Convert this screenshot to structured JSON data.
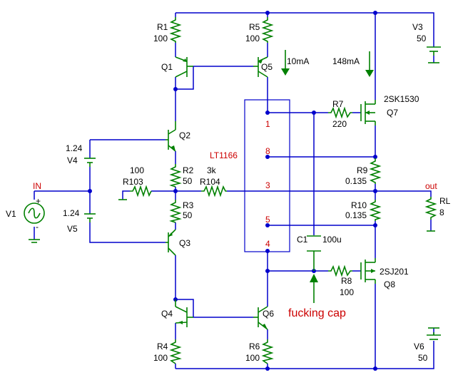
{
  "components": {
    "R1": {
      "ref": "R1",
      "value": "100"
    },
    "R2": {
      "ref": "R2",
      "value": "50"
    },
    "R3": {
      "ref": "R3",
      "value": "50"
    },
    "R4": {
      "ref": "R4",
      "value": "100"
    },
    "R5": {
      "ref": "R5",
      "value": "100"
    },
    "R6": {
      "ref": "R6",
      "value": "100"
    },
    "R7": {
      "ref": "R7",
      "value": "220"
    },
    "R8": {
      "ref": "R8",
      "value": "100"
    },
    "R9": {
      "ref": "R9",
      "value": "0.135"
    },
    "R10": {
      "ref": "R10",
      "value": "0.135"
    },
    "R103": {
      "ref": "R103",
      "value": "100"
    },
    "R104": {
      "ref": "R104",
      "value": "3k"
    },
    "RL": {
      "ref": "RL",
      "value": "8"
    },
    "C1": {
      "ref": "C1",
      "value": "100u"
    },
    "V1": {
      "ref": "V1"
    },
    "V3": {
      "ref": "V3",
      "value": "50"
    },
    "V4": {
      "ref": "V4",
      "value": "1.24"
    },
    "V5": {
      "ref": "V5",
      "value": "1.24"
    },
    "V6": {
      "ref": "V6",
      "value": "50"
    },
    "Q1": {
      "ref": "Q1"
    },
    "Q2": {
      "ref": "Q2"
    },
    "Q3": {
      "ref": "Q3"
    },
    "Q4": {
      "ref": "Q4"
    },
    "Q5": {
      "ref": "Q5"
    },
    "Q6": {
      "ref": "Q6"
    },
    "Q7": {
      "ref": "Q7",
      "part": "2SK1530"
    },
    "Q8": {
      "ref": "Q8",
      "part": "2SJ201"
    }
  },
  "ic": {
    "name": "LT1166",
    "pins": [
      "1",
      "8",
      "3",
      "5",
      "4"
    ]
  },
  "nets": {
    "input": "IN",
    "output": "out"
  },
  "source_polarity": {
    "plus": "+",
    "minus": "-"
  },
  "annotations": {
    "current_q5": "10mA",
    "current_q7": "148mA",
    "cap_note": "fucking cap"
  }
}
